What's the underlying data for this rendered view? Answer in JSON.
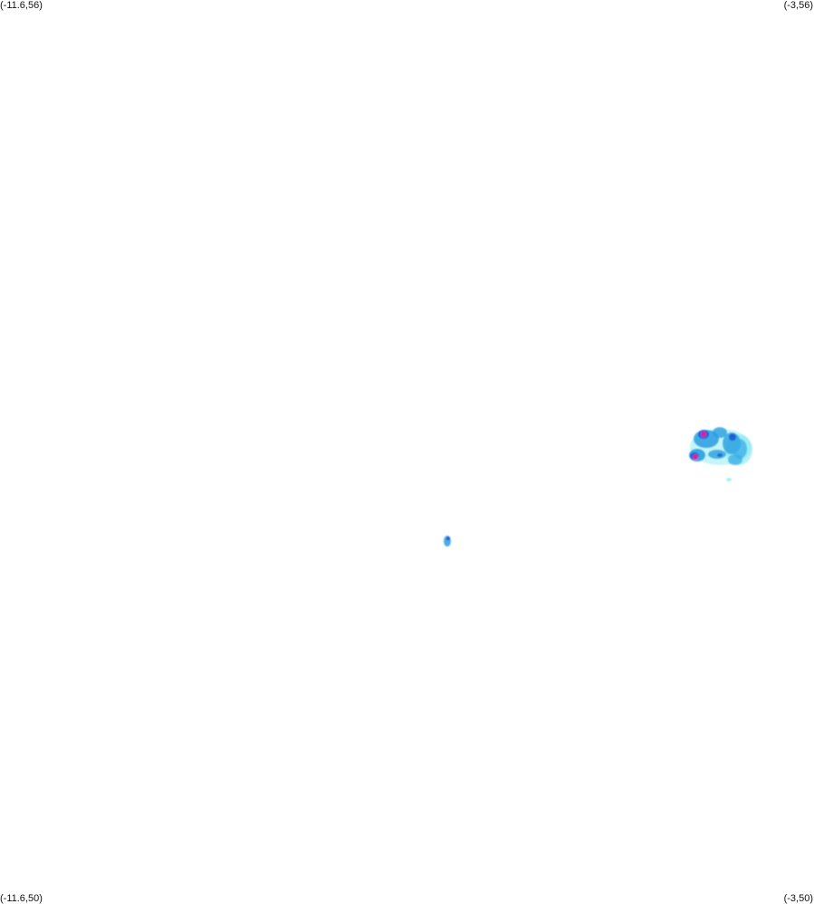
{
  "corners": {
    "top_left": "(-11.6,56)",
    "top_right": "(-3,56)",
    "bottom_left": "(-11.6,50)",
    "bottom_right": "(-3,50)"
  },
  "colors": {
    "background": "#ffffff",
    "low": "#7fe8f0",
    "medium": "#2a9de0",
    "high": "#1a56d8",
    "peak": "#e8149e"
  }
}
